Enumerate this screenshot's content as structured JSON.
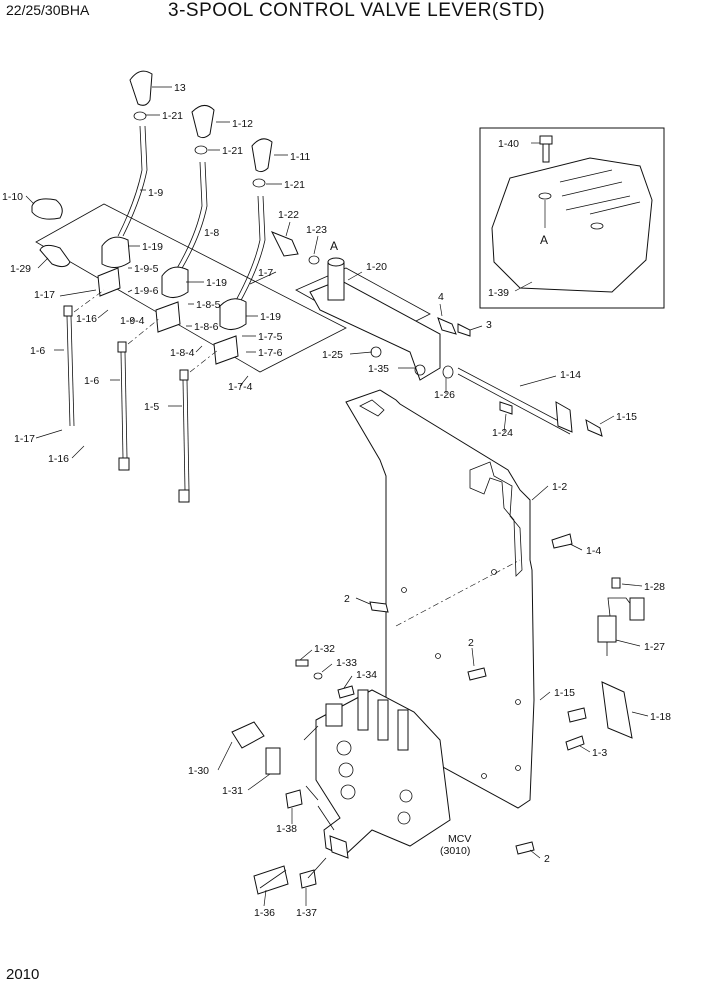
{
  "header": {
    "model": "22/25/30BHA",
    "title": "3-SPOOL CONTROL VALVE LEVER(STD)"
  },
  "page_number": "2010",
  "detail_view": {
    "ref_on_drawing": "A",
    "ref_in_box": "A"
  },
  "mcv": {
    "name": "MCV",
    "code": "(3010)"
  },
  "callouts": [
    "13",
    "1-21",
    "1-12",
    "1-21",
    "1-11",
    "1-21",
    "1-10",
    "1-9",
    "1-29",
    "1-19",
    "1-8",
    "1-9-5",
    "1-19",
    "1-17",
    "1-9-6",
    "1-16",
    "1-9-4",
    "1-8-5",
    "1-19",
    "1-8-6",
    "1-7-5",
    "1-8-4",
    "1-7-6",
    "1-6",
    "1-6",
    "1-7-4",
    "1-5",
    "1-17",
    "1-16",
    "1-22",
    "1-23",
    "1-7",
    "1-20",
    "4",
    "3",
    "1-25",
    "1-35",
    "1-26",
    "1-14",
    "1-24",
    "1-15",
    "1-40",
    "1-39",
    "1-2",
    "1-4",
    "1-28",
    "2",
    "2",
    "1-27",
    "1-32",
    "1-33",
    "1-34",
    "1-15",
    "1-18",
    "1-3",
    "1-30",
    "1-31",
    "1-38",
    "1-36",
    "1-37",
    "2"
  ]
}
